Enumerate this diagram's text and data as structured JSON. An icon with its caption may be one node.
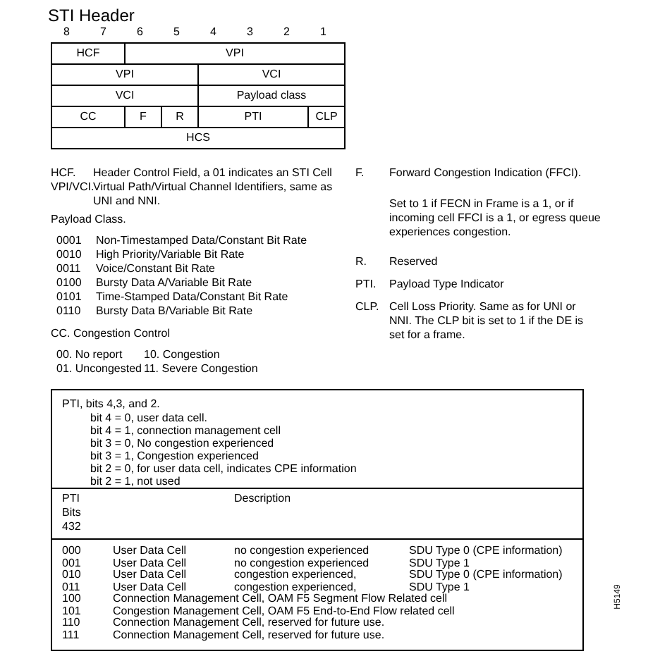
{
  "diagram": {
    "title": "STI Header",
    "labels": [
      "8",
      "7",
      "6",
      "5",
      "4",
      "3",
      "2",
      "1",
      "HCF",
      "VPI",
      "VPI",
      "VCI",
      "VCI",
      "Payload class",
      "CC",
      "F",
      "R",
      "PTI",
      "CLP",
      "HCS",
      "HCF.",
      "Header Control Field, a 01 indicates an STI Cell",
      "VPI/VCI.",
      "Virtual Path/Virtual Channel Identifiers, same as UNI and NNI.",
      "Payload Class.",
      "0001",
      "Non-Timestamped Data/Constant Bit Rate",
      "0010",
      "High Priority/Variable Bit Rate",
      "0011",
      "Voice/Constant Bit Rate",
      "0100",
      "Bursty Data A/Variable Bit Rate",
      "0101",
      "Time-Stamped Data/Constant Bit Rate",
      "0110",
      "Bursty Data B/Variable Bit Rate",
      "CC. Congestion Control",
      "00. No report",
      "10. Congestion",
      "01. Uncongested",
      "11. Severe Congestion",
      "F.",
      "Forward Congestion Indication (FFCI).",
      "Set to 1 if FECN in Frame is a 1, or if incoming cell FFCI is a 1, or egress queue experiences congestion.",
      "R.",
      "Reserved",
      "PTI.",
      "Payload Type Indicator",
      "CLP.",
      "Cell Loss Priority. Same as for UNI or NNI. The CLP bit is set to 1 if the DE is set for a frame.",
      "PTI, bits 4,3, and 2.",
      "bit 4 = 0, user data cell.",
      "bit 4 = 1, connection management cell",
      "bit 3 = 0, No congestion experienced",
      "bit 3 = 1, Congestion experienced",
      "bit 2 = 0, for user data cell, indicates CPE information",
      "bit 2 = 1, not used",
      "PTI Bits 432",
      "Description",
      "000",
      "User Data Cell",
      "no congestion experienced",
      "SDU Type 0 (CPE information)",
      "001",
      "User Data Cell",
      "no congestion experienced",
      "SDU Type 1",
      "010",
      "User Data Cell",
      "congestion experienced,",
      "SDU Type 0 (CPE information)",
      "011",
      "User Data Cell",
      "congestion experienced,",
      "SDU Type 1",
      "100",
      "Connection Management Cell, OAM F5 Segment Flow Related cell",
      "101",
      "Congestion Management Cell, OAM F5 End-to-End Flow related cell",
      "110",
      "Connection Management Cell, reserved for future use.",
      "111",
      "Connection Management Cell, reserved for future use.",
      "H5149"
    ]
  }
}
